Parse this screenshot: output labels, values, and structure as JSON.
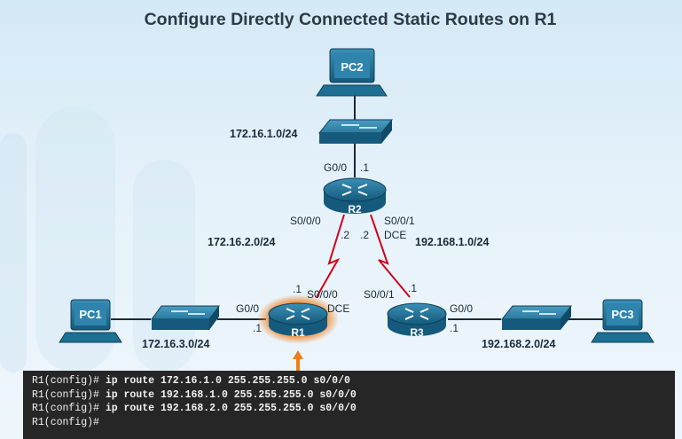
{
  "title": "Configure Directly Connected Static Routes on R1",
  "devices": {
    "pc1": "PC1",
    "pc2": "PC2",
    "pc3": "PC3",
    "r1": "R1",
    "r2": "R2",
    "r3": "R3"
  },
  "networks": {
    "net_pc2": "172.16.1.0/24",
    "net_r1_r2": "172.16.2.0/24",
    "net_r2_r3": "192.168.1.0/24",
    "net_pc1": "172.16.3.0/24",
    "net_pc3": "192.168.2.0/24"
  },
  "interfaces": {
    "r2_g00": "G0/0",
    "r2_g00_ip": ".1",
    "r2_s000": "S0/0/0",
    "r2_s000_ip": ".2",
    "r2_s001": "S0/0/1",
    "r2_s001_ip": ".2",
    "r2_dce": "DCE",
    "r1_s000": "S0/0/0",
    "r1_s000_ip": ".1",
    "r1_dce": "DCE",
    "r1_g00": "G0/0",
    "r1_g00_ip": ".1",
    "r3_s001": "S0/0/1",
    "r3_s001_ip": ".1",
    "r3_g00": "G0/0",
    "r3_g00_ip": ".1"
  },
  "terminal": [
    {
      "prompt": "R1(config)# ",
      "command": "ip route 172.16.1.0 255.255.255.0 s0/0/0"
    },
    {
      "prompt": "R1(config)# ",
      "command": "ip route 192.168.1.0 255.255.255.0 s0/0/0"
    },
    {
      "prompt": "R1(config)# ",
      "command": "ip route 192.168.2.0 255.255.255.0 s0/0/0"
    },
    {
      "prompt": "R1(config)#",
      "command": ""
    }
  ],
  "colors": {
    "device_blue": "#1d6f94",
    "serial_link": "#d0021b",
    "highlight": "#f07d1a",
    "terminal_bg": "#262626"
  }
}
